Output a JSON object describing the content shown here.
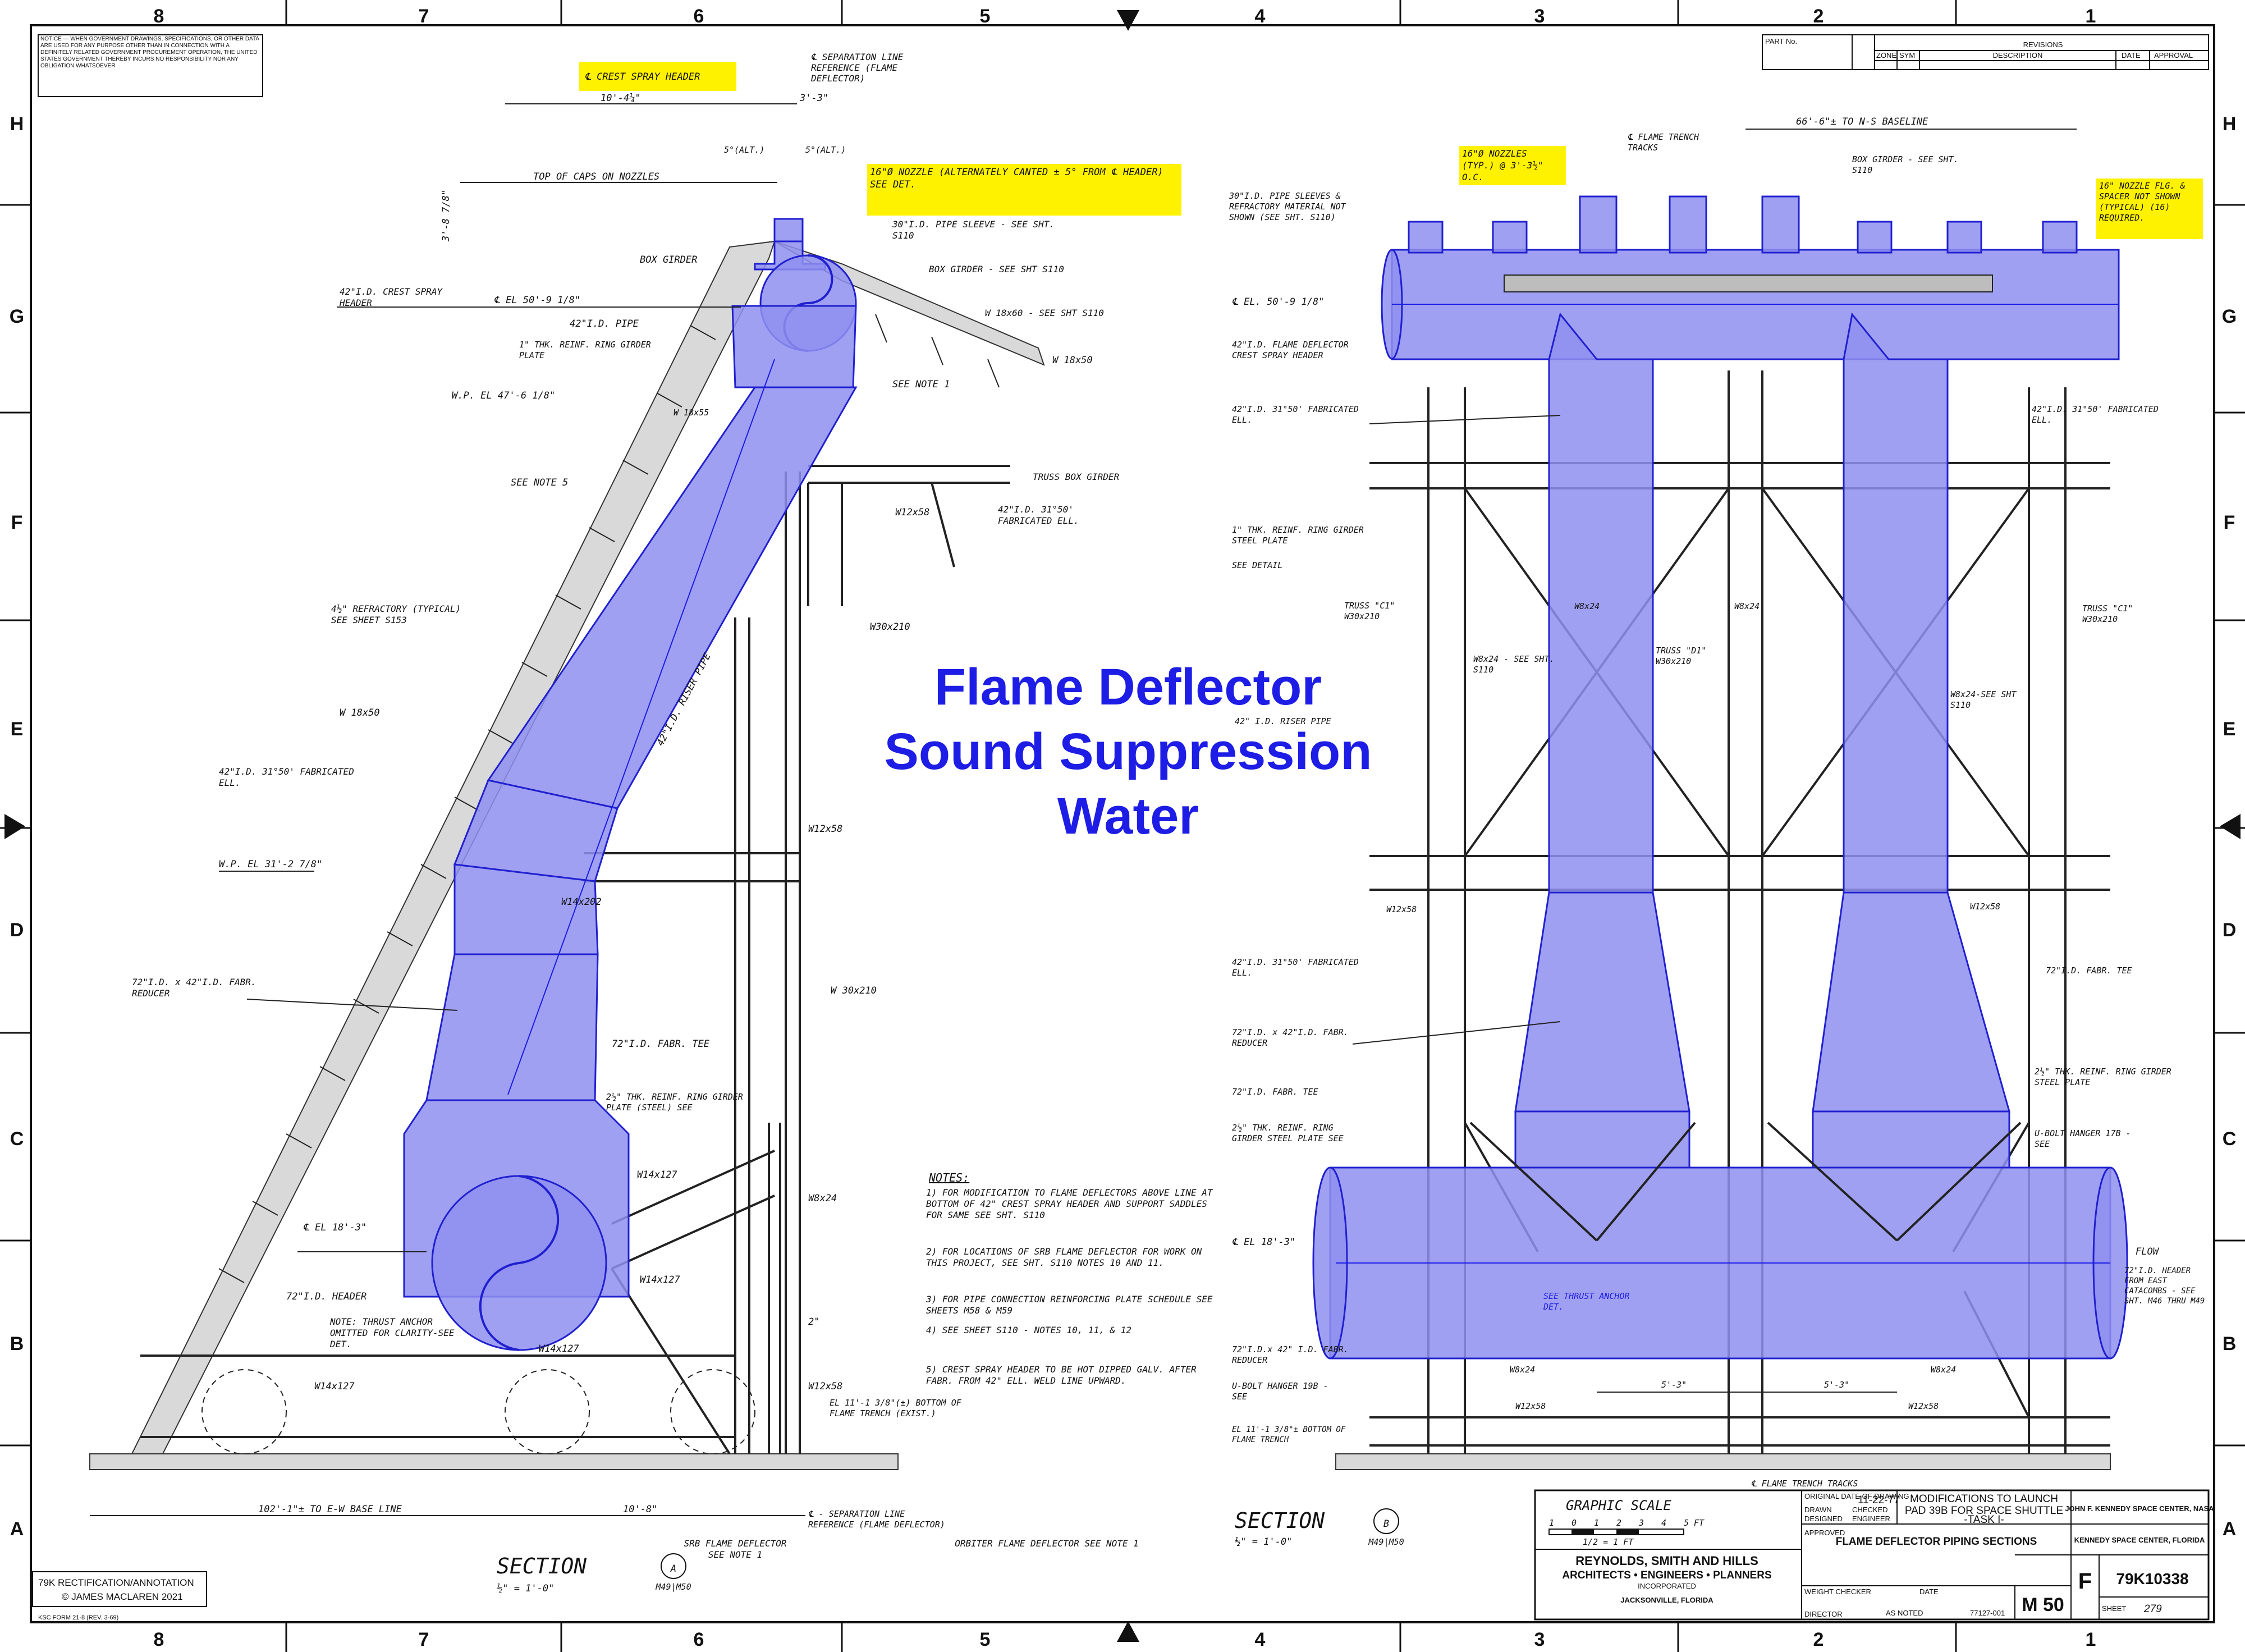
{
  "grid": {
    "columns": [
      "8",
      "7",
      "6",
      "5",
      "4",
      "3",
      "2",
      "1"
    ],
    "rows": [
      "H",
      "G",
      "F",
      "E",
      "D",
      "C",
      "B",
      "A"
    ]
  },
  "notice_block": "NOTICE — WHEN GOVERNMENT DRAWINGS, SPECIFICATIONS, OR OTHER DATA ARE USED FOR ANY PURPOSE OTHER THAN IN CONNECTION WITH A DEFINITELY RELATED GOVERNMENT PROCUREMENT OPERATION, THE UNITED STATES GOVERNMENT THEREBY INCURS NO RESPONSIBILITY NOR ANY OBLIGATION WHATSOEVER",
  "overlay_title": [
    "Flame Deflector",
    "Sound Suppression",
    "Water"
  ],
  "colors": {
    "pipe_fill": "#8f8ff0",
    "pipe_stroke": "#2020d0",
    "title_blue": "#1d1de6",
    "highlight": "#fff200"
  },
  "left_section": {
    "highlights": {
      "crest_spray_header": "℄ CREST SPRAY HEADER",
      "nozzle": "16\"Ø NOZZLE (ALTERNATELY CANTED ± 5° FROM ℄ HEADER) SEE DET."
    },
    "labels": {
      "separation_line_top": "℄ SEPARATION LINE REFERENCE (FLAME DEFLECTOR)",
      "dim_top_1": "10'-4¼\"",
      "dim_top_2": "3'-3\"",
      "alt_left": "5°(ALT.)",
      "alt_right": "5°(ALT.)",
      "top_of_caps": "TOP OF CAPS ON NOZZLES",
      "dim_vertical": "3'-8 7/8\"",
      "pipe_sleeve": "30\"I.D. PIPE SLEEVE - SEE SHT. S110",
      "box_girder_left": "BOX GIRDER",
      "box_girder_right": "BOX GIRDER - SEE SHT S110",
      "el_50": "℄ EL 50'-9 1/8\"",
      "crest_header": "42\"I.D. CREST SPRAY HEADER",
      "pipe_42": "42\"I.D. PIPE",
      "w18x60": "W 18x60 - SEE SHT S110",
      "reinf_ring": "1\" THK. REINF. RING GIRDER PLATE",
      "w18x50_top": "W 18x50",
      "see_note_1_top": "SEE NOTE 1",
      "wp_el_47": "W.P. EL 47'-6 1/8\"",
      "w18x55": "W 18x55",
      "see_note_5": "SEE NOTE 5",
      "truss_box": "TRUSS BOX GIRDER",
      "w12x58_top": "W12x58",
      "fab_ell_right": "42\"I.D. 31°50' FABRICATED ELL.",
      "refractory": "4½\" REFRACTORY (TYPICAL) SEE SHEET S153",
      "w30x210_mid": "W30x210",
      "riser_pipe": "42\"I.D. RISER PIPE",
      "w18x50_mid": "W 18x50",
      "fab_ell_left": "42\"I.D. 31°50' FABRICATED ELL.",
      "w12x58_mid": "W12x58",
      "wp_el_31": "W.P. EL 31'-2 7/8\"",
      "w14x202": "W14x202",
      "reducer": "72\"I.D. x 42\"I.D. FABR. REDUCER",
      "w30x210_low": "W 30x210",
      "fabr_tee": "72\"I.D. FABR. TEE",
      "ring_girder": "2½\" THK. REINF. RING GIRDER PLATE (STEEL) SEE",
      "w14x127_a": "W14x127",
      "w8x24": "W8x24",
      "el_18": "℄ EL 18'-3\"",
      "header_72": "72\"I.D. HEADER",
      "w14x127_b": "W14x127",
      "note_thrust": "NOTE: THRUST ANCHOR OMITTED FOR CLARITY-SEE DET.",
      "w14x127_c": "W14x127",
      "w14x127_d": "W14x127",
      "dim_2": "2\"",
      "w12x58_low": "W12x58",
      "el_11": "EL 11'-1 3/8\"(±) BOTTOM OF FLAME TRENCH (EXIST.)",
      "dim_102": "102'-1\"± TO E-W BASE LINE",
      "dim_10_8": "10'-8\"",
      "separation_line_bottom": "℄ - SEPARATION LINE REFERENCE (FLAME DEFLECTOR)",
      "srb_deflector": "SRB FLAME DEFLECTOR SEE NOTE 1",
      "orbiter_deflector": "ORBITER FLAME DEFLECTOR SEE NOTE 1",
      "section": "SECTION",
      "section_letter": "A",
      "section_sheet": "M49|M50",
      "section_scale": "½\" = 1'-0\""
    }
  },
  "notes": {
    "heading": "NOTES:",
    "items": [
      "1) FOR MODIFICATION TO FLAME DEFLECTORS ABOVE LINE AT BOTTOM OF 42\" CREST SPRAY HEADER AND SUPPORT SADDLES FOR SAME SEE SHT. S110",
      "2) FOR LOCATIONS OF SRB FLAME DEFLECTOR FOR WORK ON THIS PROJECT, SEE SHT. S110 NOTES 10 AND 11.",
      "3) FOR PIPE CONNECTION REINFORCING PLATE SCHEDULE SEE SHEETS M58 & M59",
      "4) SEE SHEET S110 - NOTES 10, 11, & 12",
      "5) CREST SPRAY HEADER TO BE HOT DIPPED GALV. AFTER FABR. FROM 42\" ELL. WELD LINE UPWARD."
    ]
  },
  "right_section": {
    "highlights": {
      "nozzles": "16\"Ø NOZZLES (TYP.) @ 3'-3½\" O.C.",
      "flange": "16\" NOZZLE FLG. & SPACER NOT SHOWN (TYPICAL) (16) REQUIRED."
    },
    "labels": {
      "baseline": "66'-6\"± TO N-S BASELINE",
      "trench_tracks_top": "℄ FLAME TRENCH TRACKS",
      "box_girder": "BOX GIRDER - SEE SHT. S110",
      "sleeves": "30\"I.D. PIPE SLEEVES & REFRACTORY MATERIAL NOT SHOWN (SEE SHT. S110)",
      "el_50": "℄ EL. 50'-9 1/8\"",
      "crest_header": "42\"I.D. FLAME DEFLECTOR CREST SPRAY HEADER",
      "fab_ell_left": "42\"I.D. 31°50' FABRICATED ELL.",
      "fab_ell_right": "42\"I.D. 31°50' FABRICATED ELL.",
      "reinf_ring": "1\" THK. REINF. RING GIRDER STEEL PLATE",
      "see_detail": "SEE DETAIL",
      "w8x24_a": "W8x24",
      "w8x24_b": "W8x24",
      "truss_c1_left": "TRUSS \"C1\" W30x210",
      "truss_c1_right": "TRUSS \"C1\" W30x210",
      "truss_d1": "TRUSS \"D1\" W30x210",
      "w8x24_see_left": "W8x24 - SEE SHT. S110",
      "w8x24_see_right": "W8x24-SEE SHT S110",
      "riser": "42\" I.D. RISER PIPE",
      "w12x58_left": "W12x58",
      "w12x58_right": "W12x58",
      "fab_ell_low": "42\"I.D. 31°50' FABRICATED ELL.",
      "fab_tee_right": "72\"I.D. FABR. TEE",
      "reducer": "72\"I.D. x 42\"I.D. FABR. REDUCER",
      "ring_girder_right": "2½\" THK. REINF. RING GIRDER STEEL PLATE",
      "fab_tee_left": "72\"I.D. FABR. TEE",
      "ring_girder_left": "2½\" THK. REINF. RING GIRDER STEEL PLATE SEE",
      "ubolt_17": "U-BOLT HANGER 17B - SEE",
      "el_18": "℄ EL 18'-3\"",
      "flow": "FLOW",
      "header_east": "72\"I.D. HEADER FROM EAST CATACOMBS - SEE SHT. M46 THRU M49",
      "thrust": "SEE THRUST ANCHOR DET.",
      "reducer_low": "72\"I.D.x 42\" I.D. FABR. REDUCER",
      "w8x24_c": "W8x24",
      "w8x24_d": "W8x24",
      "ubolt_19": "U-BOLT HANGER 19B - SEE",
      "w12x58_c": "W12x58",
      "w12x58_d": "W12x58",
      "dim_5_3_a": "5'-3\"",
      "dim_5_3_b": "5'-3\"",
      "el_11": "EL 11'-1 3/8\"± BOTTOM OF FLAME TRENCH",
      "trench_tracks_bottom": "℄ FLAME TRENCH TRACKS",
      "section": "SECTION",
      "section_letter": "B",
      "section_sheet": "M49|M50",
      "section_scale": "½\" = 1'-0\""
    }
  },
  "graphic_scale": {
    "title": "GRAPHIC SCALE",
    "ticks": [
      "1",
      "0",
      "1",
      "2",
      "3",
      "4",
      "5 FT"
    ],
    "sub": "1/2 = 1 FT"
  },
  "title_block": {
    "original_date_label": "ORIGINAL DATE OF DRAWING",
    "original_date": "11-22-77",
    "project_lines": [
      "MODIFICATIONS TO LAUNCH",
      "PAD 39B FOR SPACE SHUTTLE",
      "-TASK I-"
    ],
    "agency": "JOHN F. KENNEDY SPACE CENTER, NASA",
    "agency_sub": "KENNEDY SPACE CENTER, FLORIDA",
    "firm": "REYNOLDS, SMITH AND HILLS",
    "firm_sub": "ARCHITECTS • ENGINEERS • PLANNERS",
    "firm_inc": "INCORPORATED",
    "firm_city": "JACKSONVILLE, FLORIDA",
    "drawing_title": "FLAME DEFLECTOR PIPING SECTIONS",
    "scale": "AS NOTED",
    "job_no": "77127-001",
    "sheet_no": "M 50",
    "size": "F",
    "dwg_no": "79K10338",
    "sheet_label": "SHEET",
    "sheet_count": "279",
    "rows": [
      "DRAWN",
      "CHECKED",
      "DESIGNED",
      "ENGINEER",
      "APPROVED",
      "DIRECTOR"
    ],
    "weight_checker": "WEIGHT CHECKER",
    "date_label": "DATE"
  },
  "revisions": {
    "header": "REVISIONS",
    "part_no": "PART No.",
    "columns": [
      "ZONE",
      "SYM",
      "DESCRIPTION",
      "DATE",
      "APPROVAL"
    ]
  },
  "corner_credit": [
    "79K RECTIFICATION/ANNOTATION",
    "© JAMES MACLAREN 2021"
  ],
  "form_no": "KSC FORM 21-8 (REV. 3-69)"
}
